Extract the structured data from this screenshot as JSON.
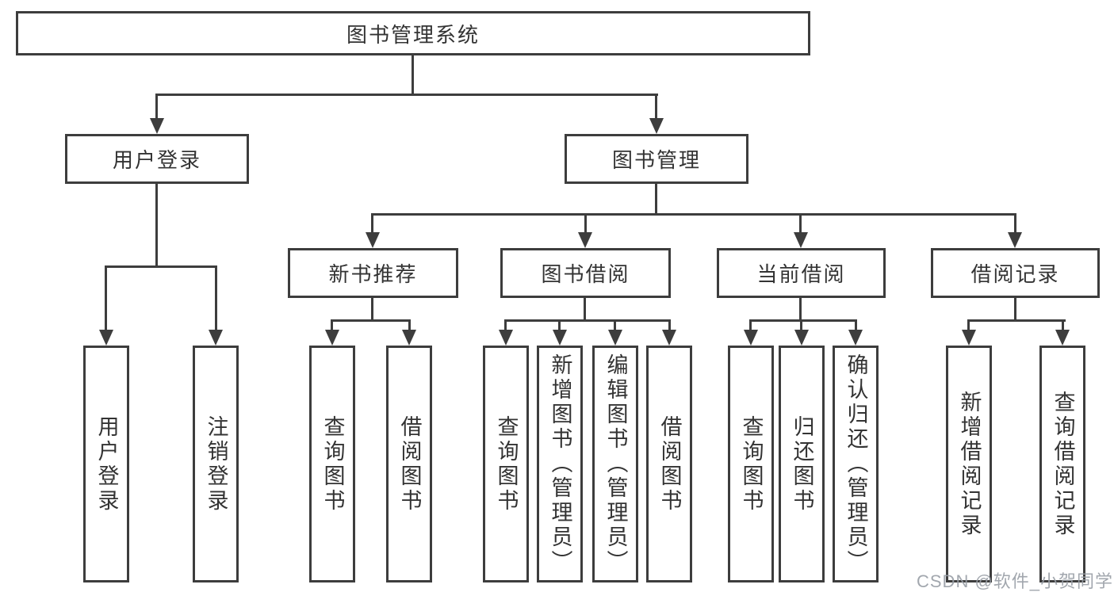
{
  "tree": {
    "label": "图书管理系统",
    "children": [
      {
        "label": "用户登录",
        "children": [
          {
            "label": "用户登录"
          },
          {
            "label": "注销登录"
          }
        ]
      },
      {
        "label": "图书管理",
        "children": [
          {
            "label": "新书推荐",
            "children": [
              {
                "label": "查询图书"
              },
              {
                "label": "借阅图书"
              }
            ]
          },
          {
            "label": "图书借阅",
            "children": [
              {
                "label": "查询图书"
              },
              {
                "label": "新增图书（管理员）"
              },
              {
                "label": "编辑图书（管理员）"
              },
              {
                "label": "借阅图书"
              }
            ]
          },
          {
            "label": "当前借阅",
            "children": [
              {
                "label": "查询图书"
              },
              {
                "label": "归还图书"
              },
              {
                "label": "确认归还（管理员）"
              }
            ]
          },
          {
            "label": "借阅记录",
            "children": [
              {
                "label": "新增借阅记录"
              },
              {
                "label": "查询借阅记录"
              }
            ]
          }
        ]
      }
    ]
  },
  "watermark": {
    "text": "CSDN @软件_小贺同学"
  },
  "colors": {
    "line": "#3d3d3d",
    "text": "#333333",
    "background": "#ffffff",
    "watermark": "#989da5"
  }
}
